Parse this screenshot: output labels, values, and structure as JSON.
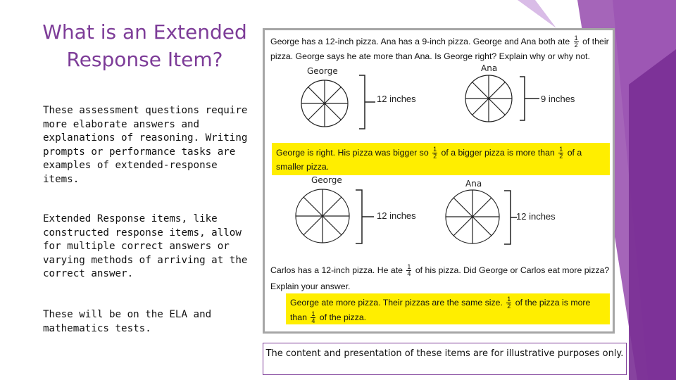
{
  "slide": {
    "title": "What is an Extended Response Item?",
    "paragraph1": "These assessment questions require more elaborate answers and explanations of reasoning.  Writing prompts or performance tasks are examples of extended-response items.",
    "paragraph2": "Extended Response items, like constructed response items, allow for multiple correct answers or varying methods of arriving at the correct answer.",
    "paragraph3": "These will be on the ELA and mathematics tests.",
    "caption": "The content and presentation of these items are for illustrative purposes only.",
    "colors": {
      "title": "#7d3c98",
      "accent_purple": "#8e3fa8",
      "highlight": "#ffee00",
      "panel_border": "#a6a6a6"
    }
  },
  "panel": {
    "question1": {
      "line1_a": "George has a 12-inch pizza. Ana has a 9-inch pizza. George and Ana both ate",
      "line1_b": "of their",
      "line2": "pizza. George says he ate more than Ana. Is George right? Explain why or why not."
    },
    "figure1": {
      "left_name": "George",
      "right_name": "Ana",
      "left_size": "12 inches",
      "right_size": "9 inches"
    },
    "answer1": {
      "line1_a": "George is right. His pizza was bigger so",
      "line1_b": "of a bigger pizza is more than",
      "line1_c": "of a",
      "line2": "smaller pizza."
    },
    "figure2": {
      "left_name": "George",
      "right_name": "Ana",
      "left_size": "12 inches",
      "right_size": "12 inches"
    },
    "question2": {
      "line1_a": "Carlos has a 12-inch pizza. He ate",
      "line1_b": "of his pizza. Did George or Carlos eat more pizza?",
      "line2": "Explain your answer."
    },
    "answer2": {
      "line1_a": "George ate more pizza. Their pizzas are the same size.",
      "line1_b": "of the pizza is more",
      "line2_a": "than",
      "line2_b": "of the pizza."
    },
    "fractions": {
      "half": {
        "num": "1",
        "den": "2"
      },
      "quarter": {
        "num": "1",
        "den": "4"
      }
    }
  }
}
